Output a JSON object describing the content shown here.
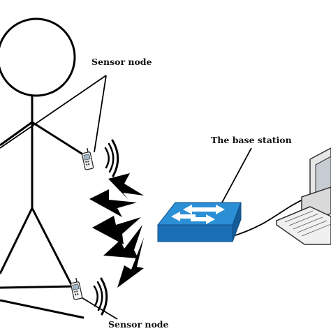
{
  "labels": {
    "sensor_node_top": "Sensor node",
    "base_station": "The base station",
    "sensor_node_bottom": "Sensor node"
  },
  "colors": {
    "switch_top": "#2b8fd6",
    "switch_side": "#1a6fb5",
    "stroke": "#000000"
  },
  "icons": [
    "stick-figure",
    "phone-sensor-icon",
    "wireless-signal-icon",
    "lightning-bolt-icon",
    "network-switch-icon",
    "desktop-computer-icon"
  ]
}
